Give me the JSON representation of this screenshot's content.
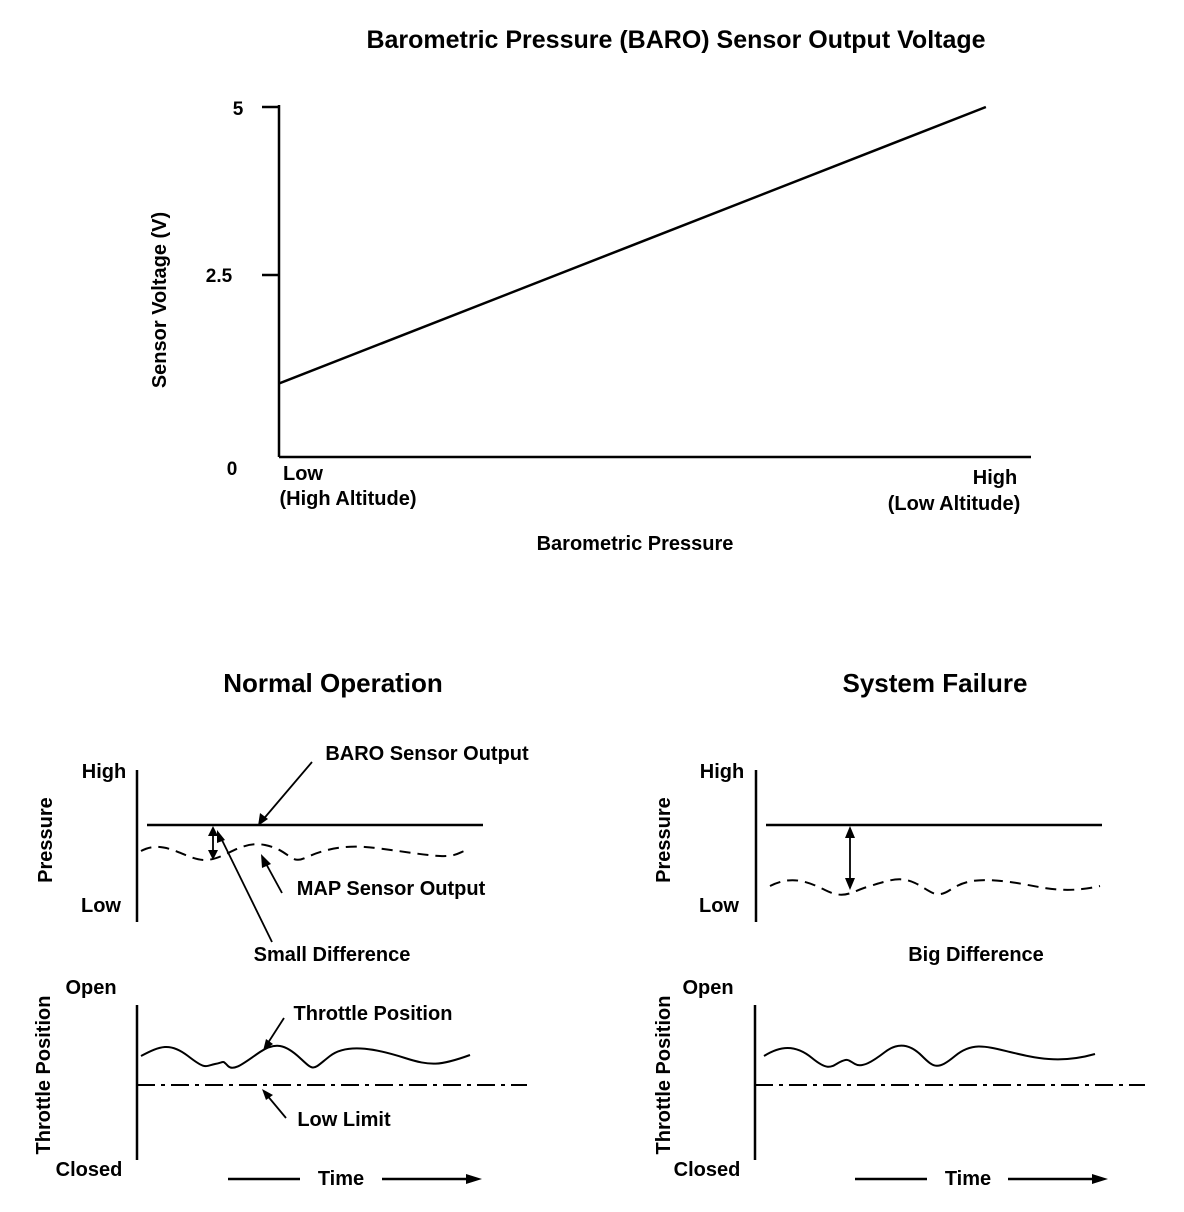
{
  "chart_data": {
    "type": "line",
    "title": "Barometric Pressure (BARO) Sensor Output Voltage",
    "xlabel": "Barometric Pressure",
    "ylabel": "Sensor Voltage (V)",
    "x_tick_labels": [
      {
        "line1": "Low",
        "line2": "(High Altitude)"
      },
      {
        "line1": "High",
        "line2": "(Low Altitude)"
      }
    ],
    "y_ticks": [
      "0",
      "2.5",
      "5"
    ],
    "ylim": [
      0,
      5
    ],
    "xlim": [
      0,
      1
    ],
    "series": [
      {
        "x": [
          0,
          0.94
        ],
        "y": [
          1.05,
          5.0
        ]
      }
    ]
  },
  "normal": {
    "title": "Normal Operation",
    "pressure_axis_label": "Pressure",
    "pressure_high": "High",
    "pressure_low": "Low",
    "baro_label": "BARO Sensor Output",
    "map_label": "MAP Sensor Output",
    "difference_label": "Small Difference",
    "throttle_axis_label": "Throttle Position",
    "throttle_open": "Open",
    "throttle_closed": "Closed",
    "throttle_label": "Throttle Position",
    "low_limit_label": "Low Limit",
    "time_label": "Time"
  },
  "failure": {
    "title": "System Failure",
    "pressure_axis_label": "Pressure",
    "pressure_high": "High",
    "pressure_low": "Low",
    "difference_label": "Big Difference",
    "throttle_axis_label": "Throttle Position",
    "throttle_open": "Open",
    "throttle_closed": "Closed",
    "time_label": "Time"
  }
}
